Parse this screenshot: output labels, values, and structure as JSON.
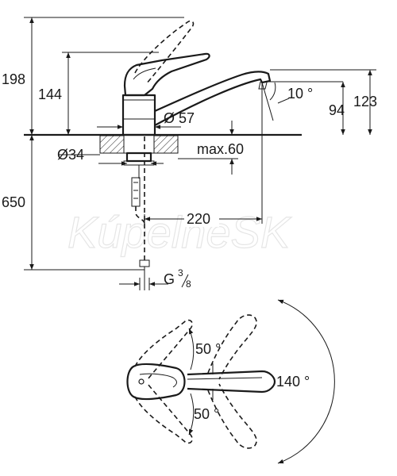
{
  "watermark": "KúpelneSK",
  "dimensions": {
    "total_height": "198",
    "body_height": "144",
    "base_diameter": "Ø 57",
    "spout_angle": "10 °",
    "spout_height": "94",
    "spout_top_height": "123",
    "hole_diameter": "Ø34",
    "max_thickness": "max.60",
    "hose_length": "650",
    "spout_reach": "220",
    "thread": "G",
    "thread_numerator": "3",
    "thread_denominator": "8"
  },
  "top_view": {
    "angle_left_up": "50 °",
    "angle_left_down": "50 °",
    "angle_total": "140 °"
  }
}
